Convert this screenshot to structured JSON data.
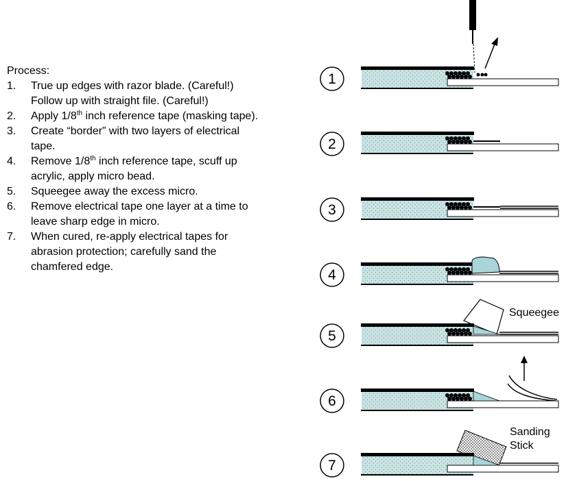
{
  "process": {
    "heading": "Process:",
    "steps": [
      {
        "num": "1.",
        "lines": [
          "True up edges with razor blade.  (Careful!)",
          "Follow up with straight file.  (Careful!)"
        ]
      },
      {
        "num": "2.",
        "pre": "Apply 1/8",
        "sup": "th",
        "post": " inch reference tape (masking tape)."
      },
      {
        "num": "3.",
        "lines": [
          "Create “border” with two layers of electrical",
          "tape."
        ]
      },
      {
        "num": "4.",
        "pre": "Remove 1/8",
        "sup": "th",
        "post": " inch reference tape, scuff up",
        "lines_after": [
          "acrylic, apply micro bead."
        ]
      },
      {
        "num": "5.",
        "lines": [
          "Squeegee away the excess micro."
        ]
      },
      {
        "num": "6.",
        "lines": [
          "Remove electrical tape one layer at a time to",
          "leave sharp edge in micro."
        ]
      },
      {
        "num": "7.",
        "lines": [
          "When cured, re-apply electrical tapes for",
          "abrasion protection;  carefully sand the",
          "chamfered edge."
        ]
      }
    ]
  },
  "diagram": {
    "step_numbers": [
      "1",
      "2",
      "3",
      "4",
      "5",
      "6",
      "7"
    ],
    "squeegee_label": "Squeegee",
    "sanding_label_line1": "Sanding",
    "sanding_label_line2": "Stick",
    "colors": {
      "foam": "#c9e2e2",
      "micro": "#a9d4d8",
      "ink": "#000000"
    }
  }
}
